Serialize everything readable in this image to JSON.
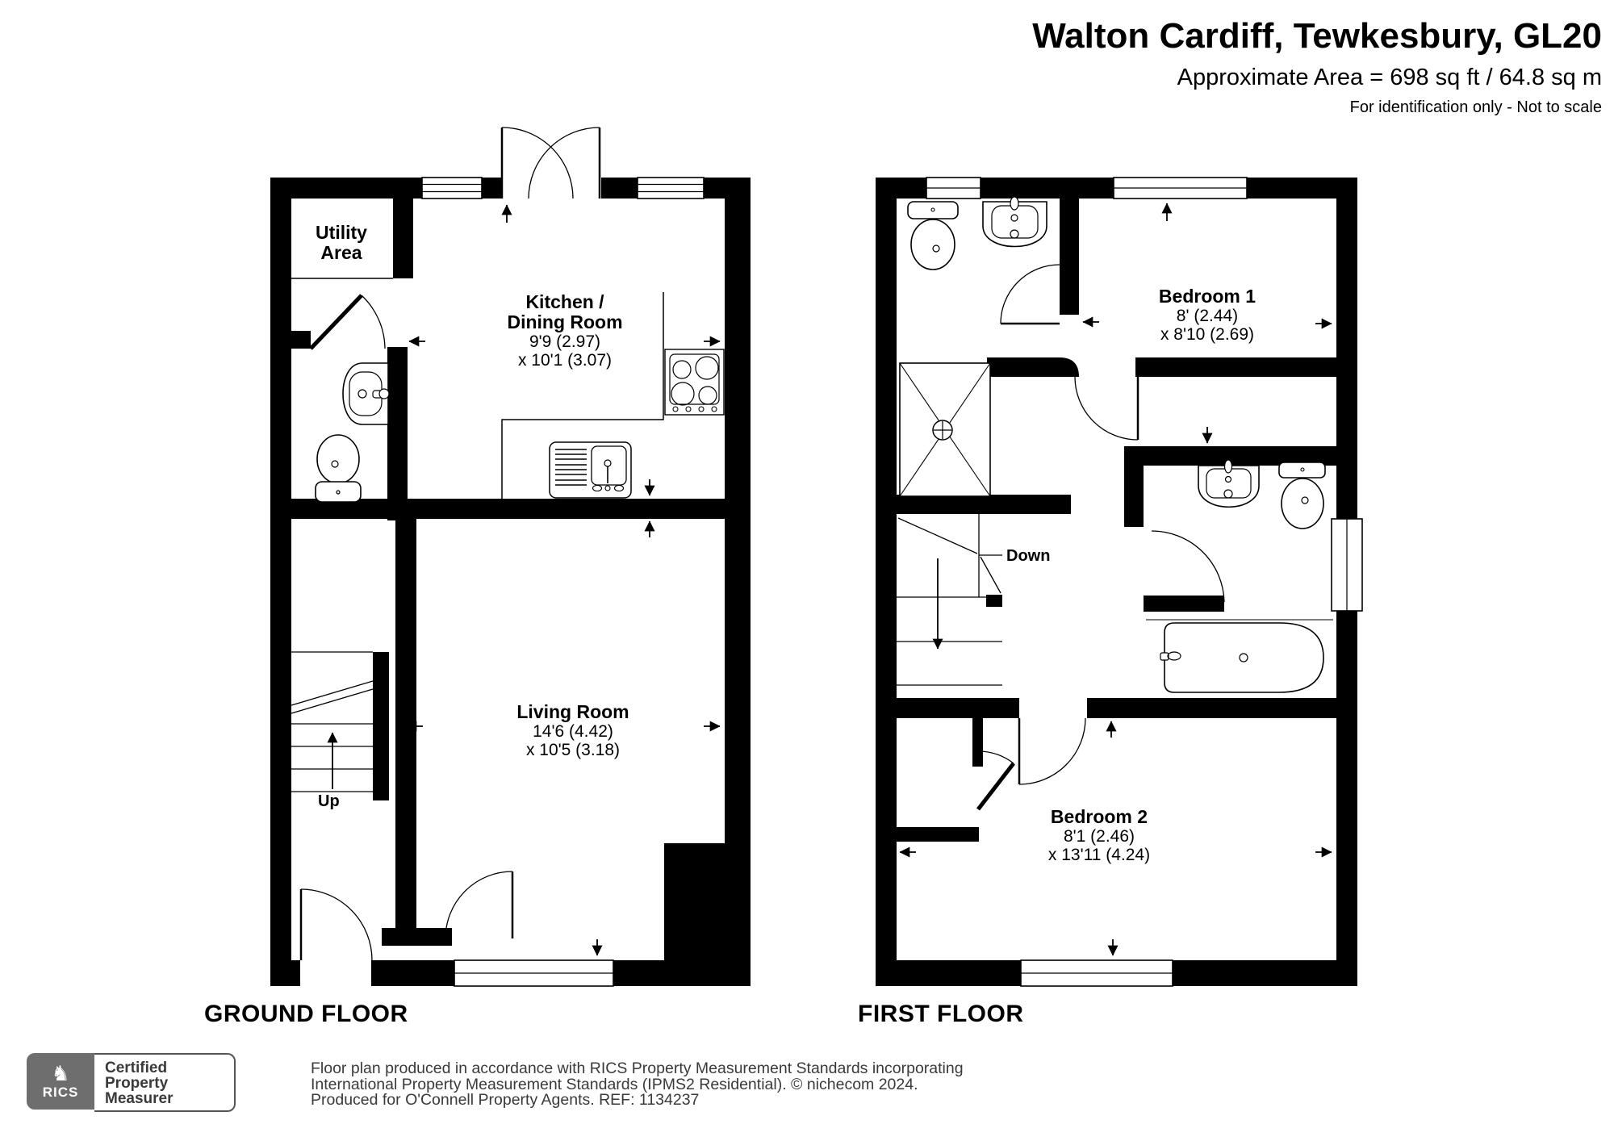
{
  "header": {
    "title": "Walton Cardiff, Tewkesbury, GL20",
    "area": "Approximate Area = 698 sq ft / 64.8 sq m",
    "note": "For identification only - Not to scale"
  },
  "floors": {
    "ground": {
      "label": "GROUND FLOOR"
    },
    "first": {
      "label": "FIRST FLOOR"
    }
  },
  "rooms": {
    "utility": {
      "line1": "Utility",
      "line2": "Area"
    },
    "kitchen": {
      "line1": "Kitchen /",
      "line2": "Dining Room",
      "dim1": "9'9 (2.97)",
      "dim2": "x 10'1 (3.07)"
    },
    "living": {
      "name": "Living Room",
      "dim1": "14'6 (4.42)",
      "dim2": "x 10'5 (3.18)"
    },
    "bedroom1": {
      "name": "Bedroom 1",
      "dim1": "8' (2.44)",
      "dim2": "x 8'10 (2.69)"
    },
    "bedroom2": {
      "name": "Bedroom 2",
      "dim1": "8'1 (2.46)",
      "dim2": "x 13'11 (4.24)"
    }
  },
  "stairs": {
    "up": "Up",
    "down": "Down"
  },
  "icons": {
    "rics_lion": "♞"
  },
  "footer": {
    "rics": "RICS",
    "cert1": "Certified",
    "cert2": "Property",
    "cert3": "Measurer",
    "line1": "Floor plan produced in accordance with RICS Property Measurement Standards incorporating",
    "line2": "International Property Measurement Standards (IPMS2 Residential).   © nichecom 2024.",
    "line3": "Produced for O'Connell Property Agents.   REF:  1134237"
  },
  "colors": {
    "wall": "#000000",
    "rics_gray": "#6e6e6e",
    "footer_text": "#3a3a3a"
  }
}
